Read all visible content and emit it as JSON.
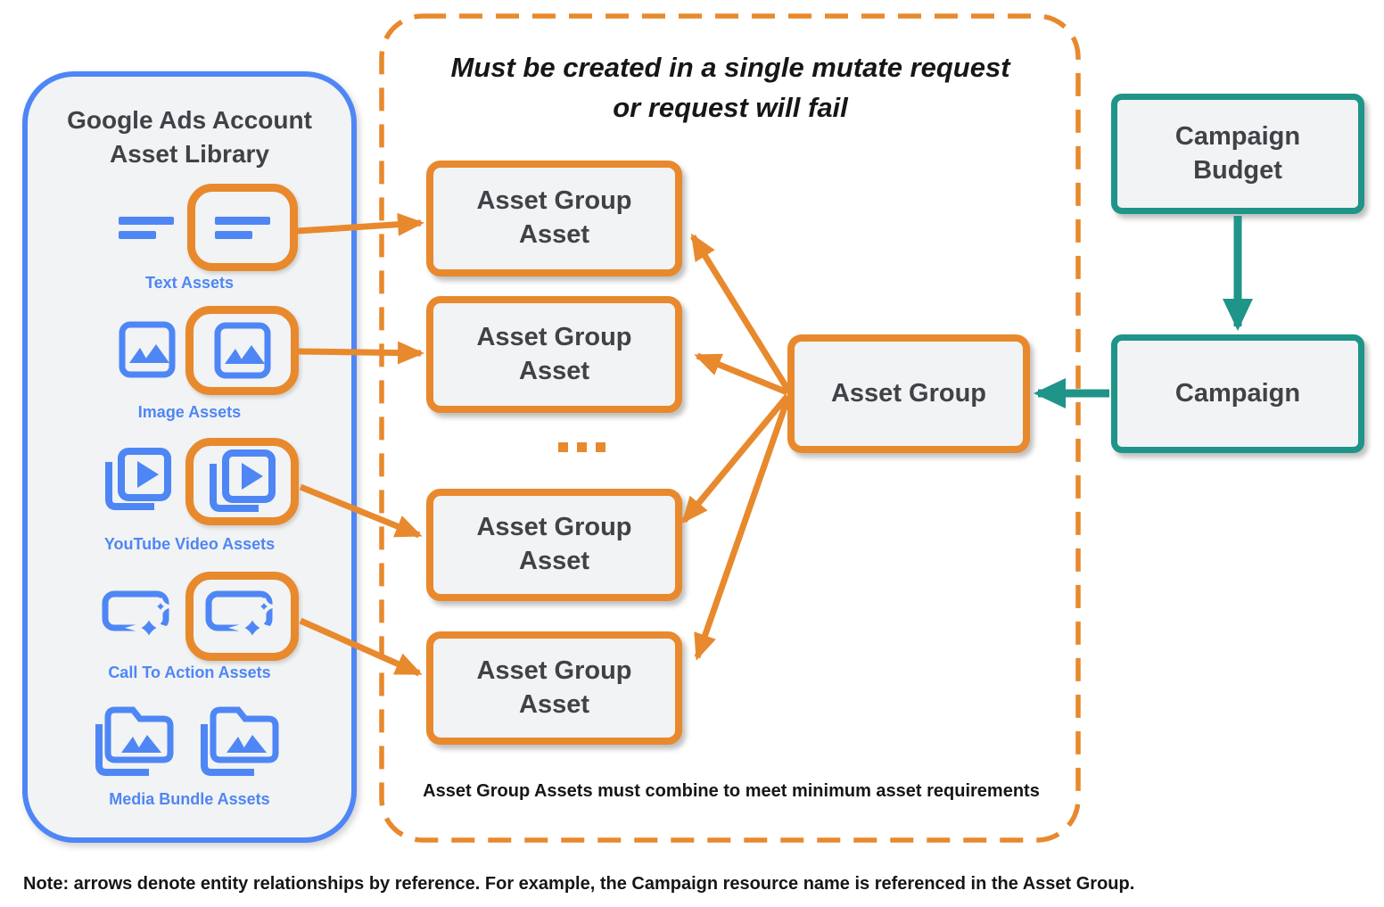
{
  "colors": {
    "orange": "#E8892D",
    "blue": "#4E86F5",
    "teal": "#1F9488",
    "box_fill": "#F1F3F4",
    "dark_text": "#3F4347",
    "black_text": "#161616"
  },
  "library": {
    "title_line1": "Google Ads Account",
    "title_line2": "Asset Library",
    "labels": {
      "text": "Text Assets",
      "image": "Image Assets",
      "youtube": "YouTube Video  Assets",
      "cta": "Call To Action Assets",
      "media": "Media Bundle  Assets"
    },
    "icons": [
      "text-asset-icon",
      "image-asset-icon",
      "youtube-video-asset-icon",
      "call-to-action-asset-icon",
      "media-bundle-asset-icon"
    ]
  },
  "mutate": {
    "heading_line1": "Must be created in a single mutate request",
    "heading_line2": "or request will fail",
    "boxes": [
      "Asset Group Asset",
      "Asset Group Asset",
      "Asset Group Asset",
      "Asset Group Asset"
    ],
    "ellipsis_icon": "ellipsis-icon",
    "caption": "Asset Group Assets must combine to meet minimum asset requirements"
  },
  "entities": {
    "asset_group": "Asset Group",
    "campaign_budget": "Campaign Budget",
    "campaign": "Campaign"
  },
  "note": "Note: arrows denote entity relationships by reference. For example, the Campaign resource name is referenced in the Asset Group."
}
